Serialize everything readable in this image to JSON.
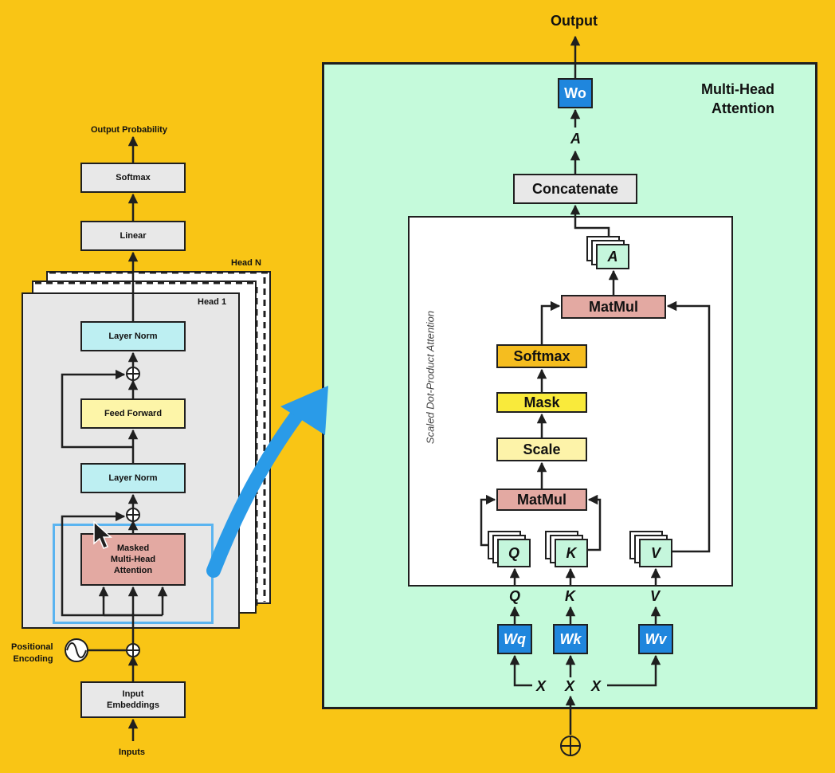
{
  "encoder": {
    "output_label": "Output Probability",
    "softmax": "Softmax",
    "linear": "Linear",
    "head_n": "Head N",
    "head_1": "Head 1",
    "layer_norm_top": "Layer Norm",
    "feed_forward": "Feed Forward",
    "layer_norm_bottom": "Layer Norm",
    "masked_mha_line1": "Masked",
    "masked_mha_line2": "Multi-Head",
    "masked_mha_line3": "Attention",
    "positional_line1": "Positional",
    "positional_line2": "Encoding",
    "input_emb_line1": "Input",
    "input_emb_line2": "Embeddings",
    "inputs": "Inputs"
  },
  "mha": {
    "output_label": "Output",
    "title_line1": "Multi-Head",
    "title_line2": "Attention",
    "wo": "Wo",
    "a_label": "A",
    "concatenate": "Concatenate",
    "sdpa_title": "Scaled Dot-Product Attention",
    "a_box": "A",
    "matmul_top": "MatMul",
    "softmax": "Softmax",
    "mask": "Mask",
    "scale": "Scale",
    "matmul_bottom": "MatMul",
    "q_box": "Q",
    "k_box": "K",
    "v_box": "V",
    "q_label": "Q",
    "k_label": "K",
    "v_label": "V",
    "wq": "Wq",
    "wk": "Wk",
    "wv": "Wv",
    "x1": "X",
    "x2": "X",
    "x3": "X"
  },
  "colors": {
    "background": "#f9c515",
    "mha_panel": "#c5fadb",
    "highlight": "#5ab4f0",
    "arrow": "#2a9be8"
  }
}
